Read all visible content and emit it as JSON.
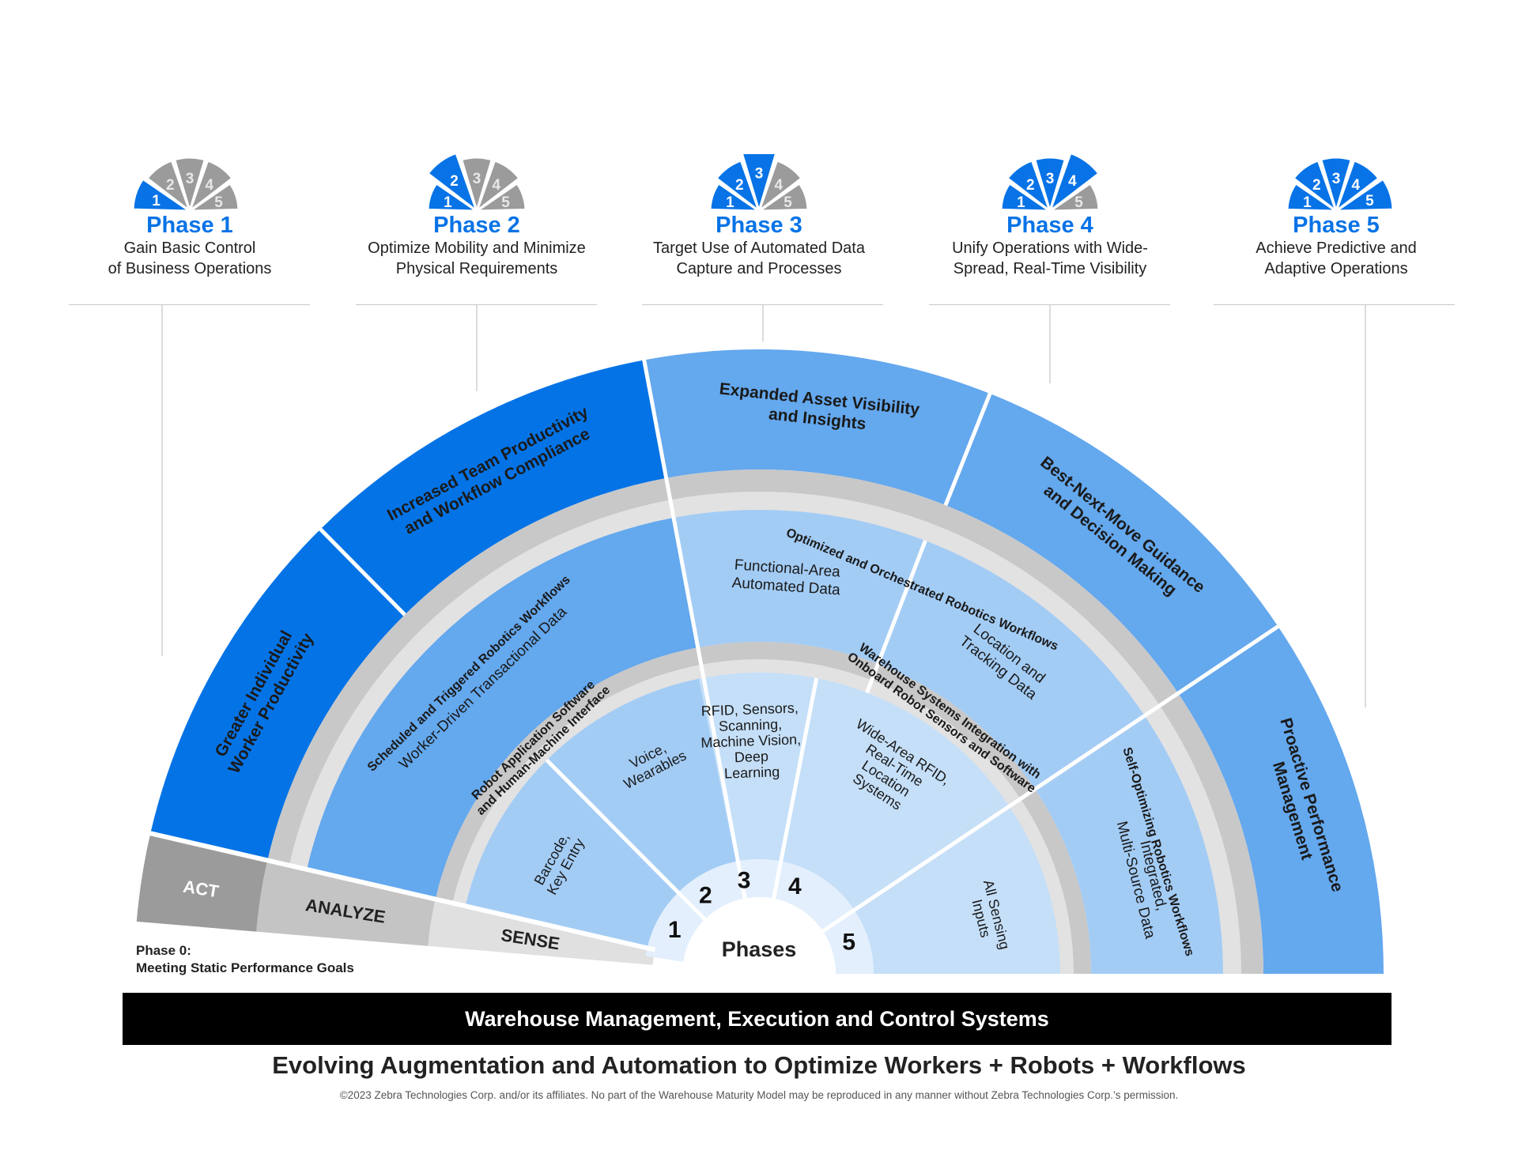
{
  "phases": [
    {
      "number": "1",
      "title": "Phase 1",
      "desc_line1": "Gain Basic Control",
      "desc_line2": "of Business Operations",
      "active_count": 1
    },
    {
      "number": "2",
      "title": "Phase 2",
      "desc_line1": "Optimize Mobility and Minimize",
      "desc_line2": "Physical Requirements",
      "active_count": 2
    },
    {
      "number": "3",
      "title": "Phase 3",
      "desc_line1": "Target Use of Automated Data",
      "desc_line2": "Capture and Processes",
      "active_count": 3
    },
    {
      "number": "4",
      "title": "Phase 4",
      "desc_line1": "Unify Operations with Wide-",
      "desc_line2": "Spread, Real-Time Visibility",
      "active_count": 4
    },
    {
      "number": "5",
      "title": "Phase 5",
      "desc_line1": "Achieve Predictive and",
      "desc_line2": "Adaptive Operations",
      "active_count": 5
    }
  ],
  "colors": {
    "active_blue": "#0773E6",
    "inactive_gray": "#9B9B9B",
    "act_dark": "#0473E6",
    "act_light": "#64A8EE",
    "analyze_dark": "#64A8EE",
    "analyze_light": "#A3CCF5",
    "sense_dark": "#A3CCF5",
    "sense_light": "#C5DFF8",
    "phase_ring": "#E3EFFC",
    "band_dark": "#C8C8C8",
    "band_light": "#E2E2E2",
    "strip_act": "#9B9B9B",
    "strip_analyze": "#C4C4C4",
    "strip_sense": "#E0E0E0"
  },
  "wheel": {
    "center_label": "Phases",
    "phase_numbers": [
      "1",
      "2",
      "3",
      "4",
      "5"
    ],
    "act_ring": [
      {
        "lines": [
          "Greater Individual",
          "Worker Productivity"
        ]
      },
      {
        "lines": [
          "Increased Team Productivity",
          "and Workflow Compliance"
        ]
      },
      {
        "lines": [
          "Expanded Asset Visibility",
          "and Insights"
        ]
      },
      {
        "lines": [
          "Best-Next-Move Guidance",
          "and Decision Making"
        ]
      },
      {
        "lines": [
          "Proactive Performance",
          "Management"
        ]
      }
    ],
    "outer_band": [
      {
        "label": "Scheduled and Triggered Robotics Workflows"
      },
      {
        "label": "Optimized and Orchestrated Robotics Workflows"
      },
      {
        "label": "Self-Optimizing  Robotics Workflows"
      }
    ],
    "analyze_ring": [
      {
        "lines": [
          "Worker-Driven Transactional Data"
        ]
      },
      {
        "lines": [
          "Functional-Area",
          "Automated Data"
        ]
      },
      {
        "lines": [
          "Location and",
          "Tracking Data"
        ]
      },
      {
        "lines": [
          "Integrated,",
          "Multi-Source Data"
        ]
      }
    ],
    "inner_band": [
      {
        "lines": [
          "Robot Application Software",
          "and Human-Machine Interface"
        ]
      },
      {
        "lines": [
          "Warehouse Systems Integration with",
          "Onboard Robot Sensors and Software"
        ]
      }
    ],
    "sense_ring": [
      {
        "lines": [
          "Barcode,",
          "Key Entry"
        ]
      },
      {
        "lines": [
          "Voice,",
          "Wearables"
        ]
      },
      {
        "lines": [
          "RFID, Sensors,",
          "Scanning,",
          "Machine Vision,",
          "Deep",
          "Learning"
        ]
      },
      {
        "lines": [
          "Wide-Area RFID,",
          "Real-Time",
          "Location",
          "Systems"
        ]
      },
      {
        "lines": [
          "All Sensing",
          "Inputs"
        ]
      }
    ],
    "strip": {
      "act": "ACT",
      "analyze": "ANALYZE",
      "sense": "SENSE"
    }
  },
  "phase0": {
    "line1": "Phase 0:",
    "line2": "Meeting Static Performance Goals"
  },
  "banner": "Warehouse Management, Execution and Control Systems",
  "main_title": "Evolving Augmentation and Automation to Optimize Workers + Robots + Workflows",
  "copyright": "©2023 Zebra Technologies Corp. and/or its affiliates. No part of the Warehouse Maturity Model may be reproduced in any manner without Zebra Technologies Corp.’s permission."
}
